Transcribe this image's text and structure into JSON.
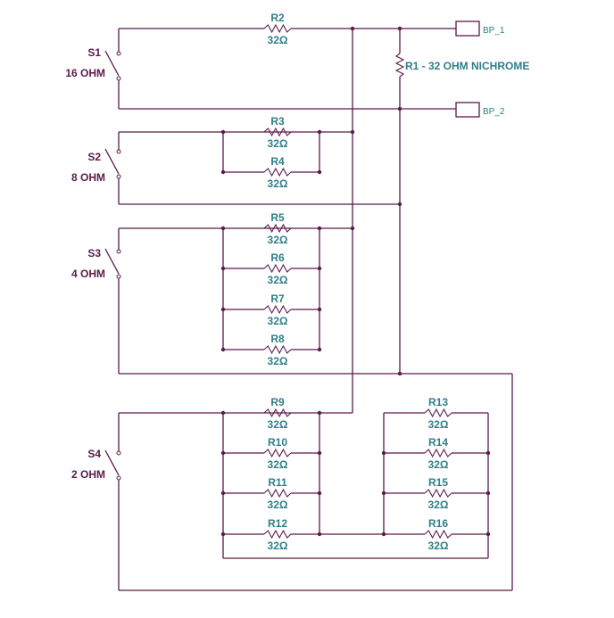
{
  "resistors": [
    {
      "ref": "R2",
      "value": "32Ω"
    },
    {
      "ref": "R3",
      "value": "32Ω"
    },
    {
      "ref": "R4",
      "value": "32Ω"
    },
    {
      "ref": "R5",
      "value": "32Ω"
    },
    {
      "ref": "R6",
      "value": "32Ω"
    },
    {
      "ref": "R7",
      "value": "32Ω"
    },
    {
      "ref": "R8",
      "value": "32Ω"
    },
    {
      "ref": "R9",
      "value": "32Ω"
    },
    {
      "ref": "R10",
      "value": "32Ω"
    },
    {
      "ref": "R11",
      "value": "32Ω"
    },
    {
      "ref": "R12",
      "value": "32Ω"
    },
    {
      "ref": "R13",
      "value": "32Ω"
    },
    {
      "ref": "R14",
      "value": "32Ω"
    },
    {
      "ref": "R15",
      "value": "32Ω"
    },
    {
      "ref": "R16",
      "value": "32Ω"
    }
  ],
  "switches": [
    {
      "ref": "S1",
      "value": "16 OHM"
    },
    {
      "ref": "S2",
      "value": "8 OHM"
    },
    {
      "ref": "S3",
      "value": "4 OHM"
    },
    {
      "ref": "S4",
      "value": "2 OHM"
    }
  ],
  "r1_label": "R1 - 32 OHM NICHROME",
  "ports": [
    {
      "label": "BP_1"
    },
    {
      "label": "BP_2"
    }
  ]
}
